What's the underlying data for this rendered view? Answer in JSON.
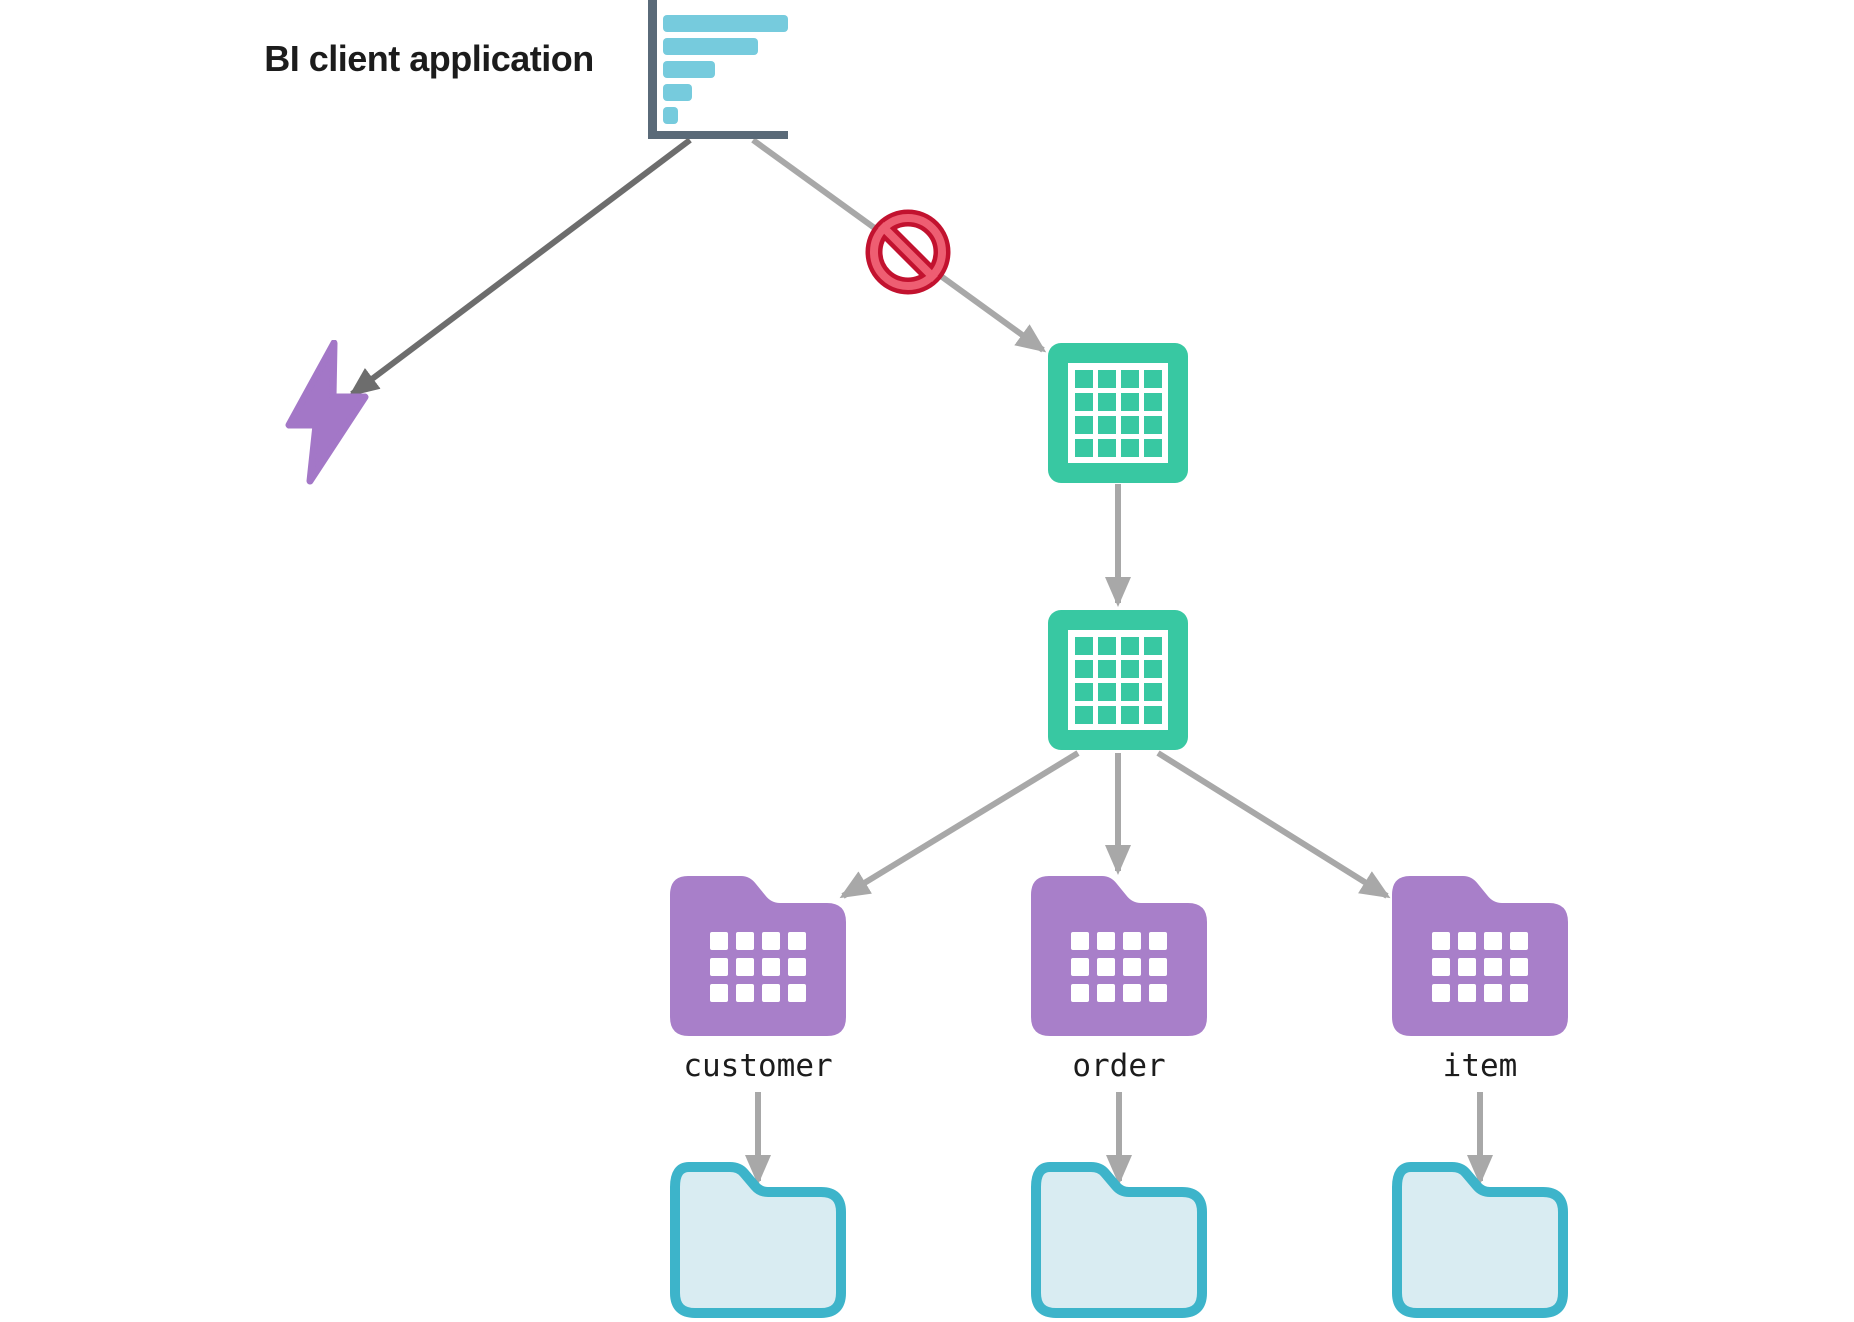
{
  "diagram": {
    "title": "BI client application",
    "nodes": {
      "bi_app": {
        "label": "BI client application",
        "icon": "bar-chart-report-icon"
      },
      "direct_path": {
        "icon": "lightning-bolt-icon"
      },
      "blocked_path": {
        "icon": "prohibited-icon"
      },
      "table_upper": {
        "icon": "table-grid-icon"
      },
      "table_lower": {
        "icon": "table-grid-icon"
      },
      "dataset_folders": [
        {
          "label": "customer",
          "icon": "table-folder-icon"
        },
        {
          "label": "order",
          "icon": "table-folder-icon"
        },
        {
          "label": "item",
          "icon": "table-folder-icon"
        }
      ],
      "storage_folders": [
        {
          "icon": "folder-icon"
        },
        {
          "icon": "folder-icon"
        },
        {
          "icon": "folder-icon"
        }
      ]
    }
  },
  "colors": {
    "text_dark": "#1c1c1c",
    "frame_slate": "#5a6a78",
    "bar_blue": "#76cbdd",
    "arrow_dark": "#6d6d6d",
    "arrow_light": "#a8a8a8",
    "red_dark": "#c2122f",
    "red_light": "#ee5e72",
    "green": "#38c8a2",
    "purple": "#a87fc9",
    "bolt_purple": "#a377c7",
    "folder_teal": "#3db4ca",
    "folder_fill": "#d9ecf2"
  }
}
